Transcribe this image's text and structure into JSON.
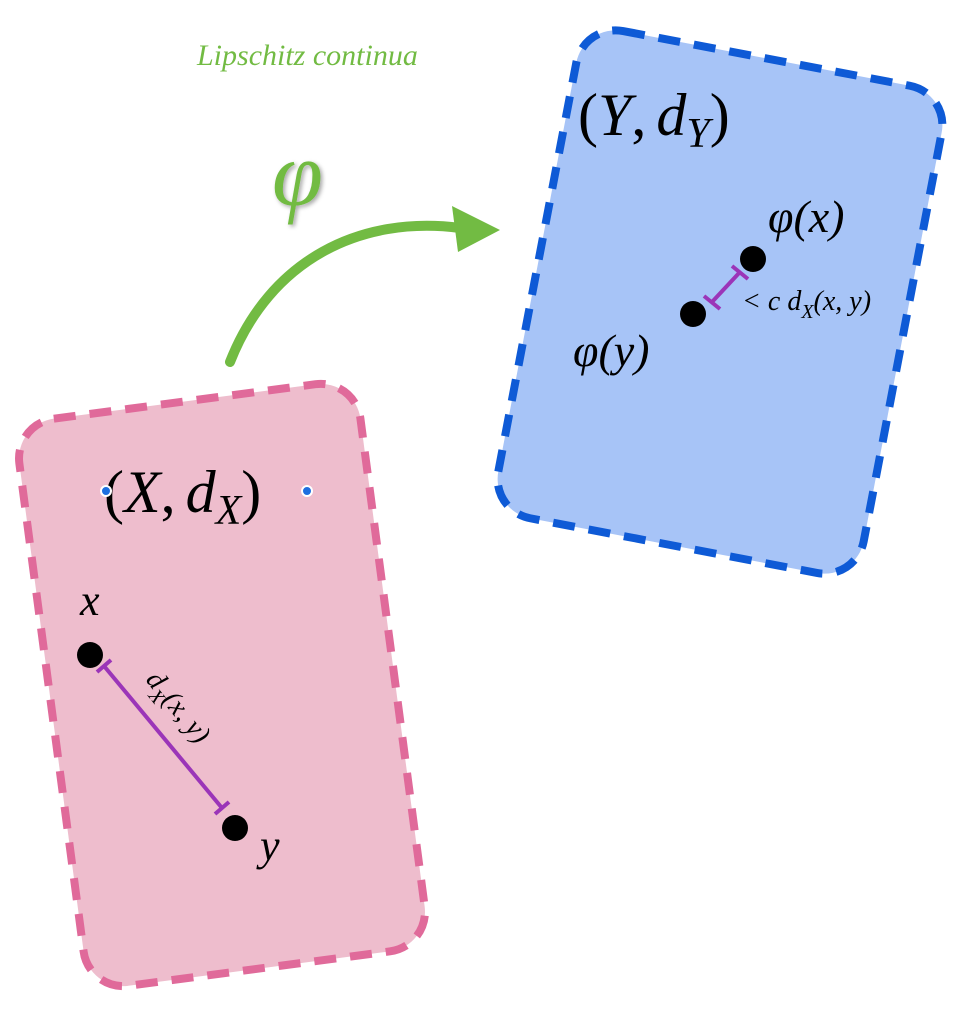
{
  "title": "Lipschitz continua",
  "map_symbol": "φ",
  "source_space": {
    "label_open": "(",
    "label_set": "X",
    "label_comma": ",",
    "label_metric": "d",
    "label_metric_sub": "X",
    "label_close": ")",
    "point_x": "x",
    "point_y": "y",
    "distance_label": "d",
    "distance_sub": "X",
    "distance_args": "(x, y)",
    "fill_color": "#eebdcd",
    "border_color": "#e06a9a"
  },
  "target_space": {
    "label_open": "(",
    "label_set": "Y",
    "label_comma": ",",
    "label_metric": "d",
    "label_metric_sub": "Y",
    "label_close": ")",
    "point_phi_x": "φ(x)",
    "point_phi_y": "φ(y)",
    "bound_prefix": "< c d",
    "bound_sub": "X",
    "bound_args": "(x, y)",
    "fill_color": "#a7c4f7",
    "border_color": "#0e5ad6"
  },
  "colors": {
    "arrow": "#72bb43",
    "title": "#72bb43",
    "distance_bar": "#9b35b8",
    "point": "#000000"
  }
}
